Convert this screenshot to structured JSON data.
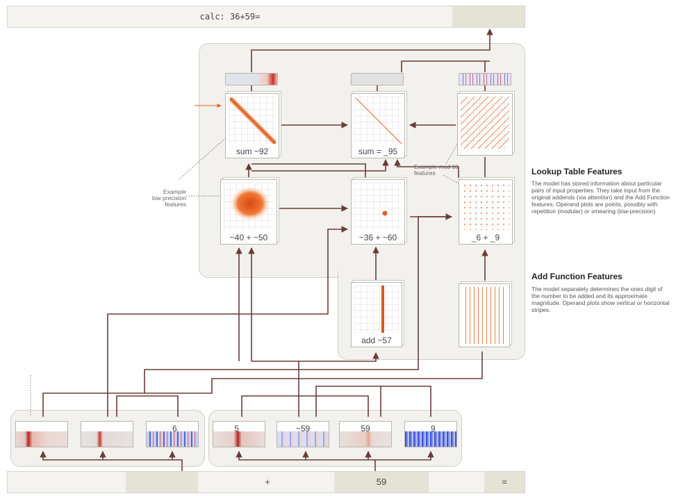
{
  "prompt": {
    "text": "calc: 36+59="
  },
  "tokens": {
    "plus": "+",
    "number": "59",
    "equals": "="
  },
  "nodes": {
    "sum92": "sum ~92",
    "sum95": "sum = _95",
    "n40_50": "~40 + ~50",
    "n36_60": "~36 + ~60",
    "n6_9": "_6 + _9",
    "add57": "add ~57"
  },
  "input_features": {
    "f1": "_6",
    "f2": "5_",
    "f3": "~59",
    "f4": "59",
    "f5": "_9"
  },
  "annotations": {
    "low_precision": [
      "Example",
      "low precision",
      "features"
    ],
    "mod10": [
      "Example mod 10",
      "features"
    ]
  },
  "side": {
    "lookup_title": "Lookup Table Features",
    "lookup_body": "The model has stored information about particular pairs of input properties. They take input from the original addends (via attention) and the Add Function features. Operand plots are points, possibly with repetition (modular) or smearing (low-precision)",
    "add_title": "Add Function Features",
    "add_body": "The model separately determines the ones digit of the number to be added and its approximate magnitude. Operand plots show vertical or horizontal stripes."
  },
  "colors": {
    "arrow": "#6b3b35",
    "accent": "#e8601c",
    "region": "#f2f1ed"
  }
}
